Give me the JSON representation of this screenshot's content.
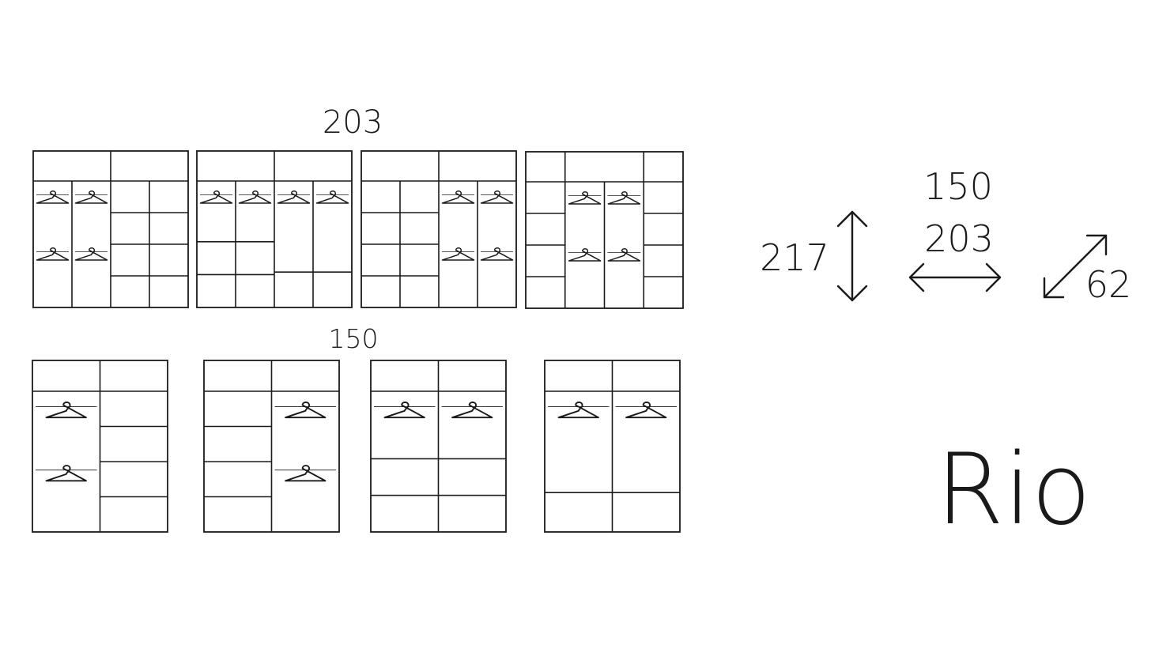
{
  "labels": {
    "group_203": "203",
    "group_150": "150",
    "height_value": "217",
    "width_value_a": "150",
    "width_value_b": "203",
    "depth_value": "62",
    "product_name": "Rio"
  },
  "wardrobes": {
    "group_203": [
      {
        "id": "w203-1",
        "columns": 4,
        "top_sections": [
          2,
          2
        ],
        "columns_detail": [
          {
            "hangers": 2,
            "shelves": 0
          },
          {
            "hangers": 2,
            "shelves": 0
          },
          {
            "hangers": 0,
            "shelves": 3
          },
          {
            "hangers": 0,
            "shelves": 3
          }
        ]
      },
      {
        "id": "w203-2",
        "columns": 4,
        "top_sections": [
          2,
          2
        ],
        "columns_detail": [
          {
            "hangers": 1,
            "shelves": 2
          },
          {
            "hangers": 1,
            "shelves": 2
          },
          {
            "hangers": 1,
            "shelves": 1
          },
          {
            "hangers": 1,
            "shelves": 1
          }
        ]
      },
      {
        "id": "w203-3",
        "columns": 4,
        "top_sections": [
          2,
          2
        ],
        "columns_detail": [
          {
            "hangers": 0,
            "shelves": 3
          },
          {
            "hangers": 0,
            "shelves": 3
          },
          {
            "hangers": 2,
            "shelves": 0
          },
          {
            "hangers": 2,
            "shelves": 0
          }
        ]
      },
      {
        "id": "w203-4",
        "columns": 4,
        "top_sections": [
          1,
          2,
          1
        ],
        "columns_detail": [
          {
            "hangers": 0,
            "shelves": 3
          },
          {
            "hangers": 2,
            "shelves": 0
          },
          {
            "hangers": 2,
            "shelves": 0
          },
          {
            "hangers": 0,
            "shelves": 3
          }
        ]
      }
    ],
    "group_150": [
      {
        "id": "w150-1",
        "columns_detail": [
          {
            "hangers": 2,
            "shelves": 0
          },
          {
            "hangers": 0,
            "shelves": 3
          }
        ]
      },
      {
        "id": "w150-2",
        "columns_detail": [
          {
            "hangers": 0,
            "shelves": 3
          },
          {
            "hangers": 2,
            "shelves": 0
          }
        ]
      },
      {
        "id": "w150-3",
        "columns_detail": [
          {
            "hangers": 1,
            "shelves": 2
          },
          {
            "hangers": 1,
            "shelves": 2
          }
        ]
      },
      {
        "id": "w150-4",
        "columns_detail": [
          {
            "hangers": 1,
            "shelves": 1
          },
          {
            "hangers": 1,
            "shelves": 1
          }
        ]
      }
    ]
  },
  "icons": {
    "height_arrow": "vertical-double-arrow-icon",
    "width_arrow": "horizontal-double-arrow-icon",
    "depth_arrow": "diagonal-double-arrow-icon",
    "hanger": "hanger-icon"
  },
  "colors": {
    "line": "#1a1a1a",
    "background": "#ffffff"
  }
}
